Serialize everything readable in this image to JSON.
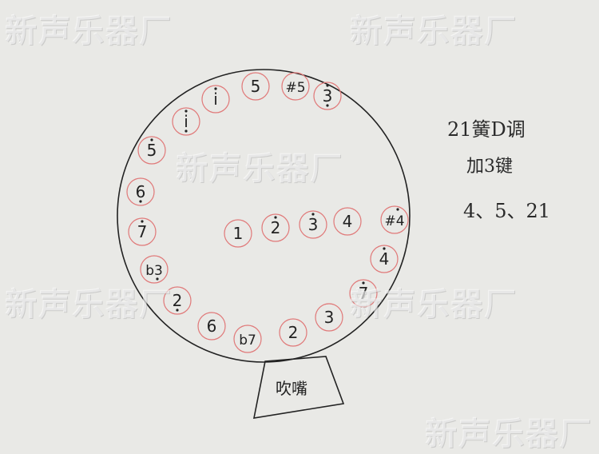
{
  "watermark": "新声乐器厂",
  "notes": {
    "line1": "21簧D调",
    "line2": "加3键",
    "line3": "4、5、21"
  },
  "mouthpiece_label": "吹嘴",
  "outer_ring_holes": [
    {
      "label": "i",
      "dot": "above"
    },
    {
      "label": "5",
      "dot": ""
    },
    {
      "label": "#5",
      "dot": ""
    },
    {
      "label": "3",
      "dot": "both"
    },
    {
      "label": "i",
      "dot": "both"
    },
    {
      "label": "5",
      "dot": "above"
    },
    {
      "label": "6",
      "dot": "below"
    },
    {
      "label": "7",
      "dot": "above"
    },
    {
      "label": "b3",
      "dot": "below"
    },
    {
      "label": "2",
      "dot": "below"
    },
    {
      "label": "6",
      "dot": ""
    },
    {
      "label": "b7",
      "dot": ""
    },
    {
      "label": "2",
      "dot": ""
    },
    {
      "label": "3",
      "dot": ""
    },
    {
      "label": "7",
      "dot": "above"
    },
    {
      "label": "4",
      "dot": "above"
    },
    {
      "label": "#4",
      "dot": "above"
    }
  ],
  "inner_row_holes": [
    {
      "label": "1",
      "dot": ""
    },
    {
      "label": "2",
      "dot": "above"
    },
    {
      "label": "3",
      "dot": "above"
    },
    {
      "label": "4",
      "dot": ""
    }
  ]
}
